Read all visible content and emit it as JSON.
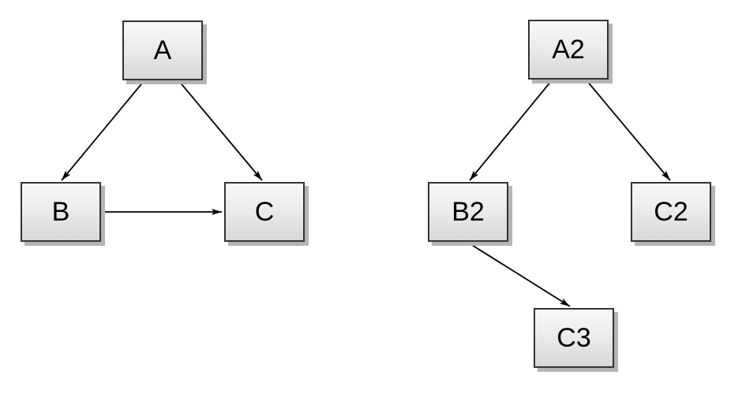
{
  "canvas": {
    "background": "#ffffff"
  },
  "colors": {
    "node_border": "#333333",
    "node_fill_top": "#f8f8f8",
    "node_fill_bottom": "#d8d8d8",
    "node_shadow": "#b4b4b4",
    "edge": "#000000",
    "label_text": "#000000"
  },
  "diagrams": [
    {
      "name": "left-graph",
      "nodes": [
        {
          "id": "A",
          "label": "A"
        },
        {
          "id": "B",
          "label": "B"
        },
        {
          "id": "C",
          "label": "C"
        }
      ],
      "edges": [
        {
          "from": "A",
          "to": "B"
        },
        {
          "from": "A",
          "to": "C"
        },
        {
          "from": "B",
          "to": "C"
        }
      ]
    },
    {
      "name": "right-graph",
      "nodes": [
        {
          "id": "A2",
          "label": "A2"
        },
        {
          "id": "B2",
          "label": "B2"
        },
        {
          "id": "C2",
          "label": "C2"
        },
        {
          "id": "C3",
          "label": "C3"
        }
      ],
      "edges": [
        {
          "from": "A2",
          "to": "B2"
        },
        {
          "from": "A2",
          "to": "C2"
        },
        {
          "from": "B2",
          "to": "C3"
        }
      ]
    }
  ]
}
